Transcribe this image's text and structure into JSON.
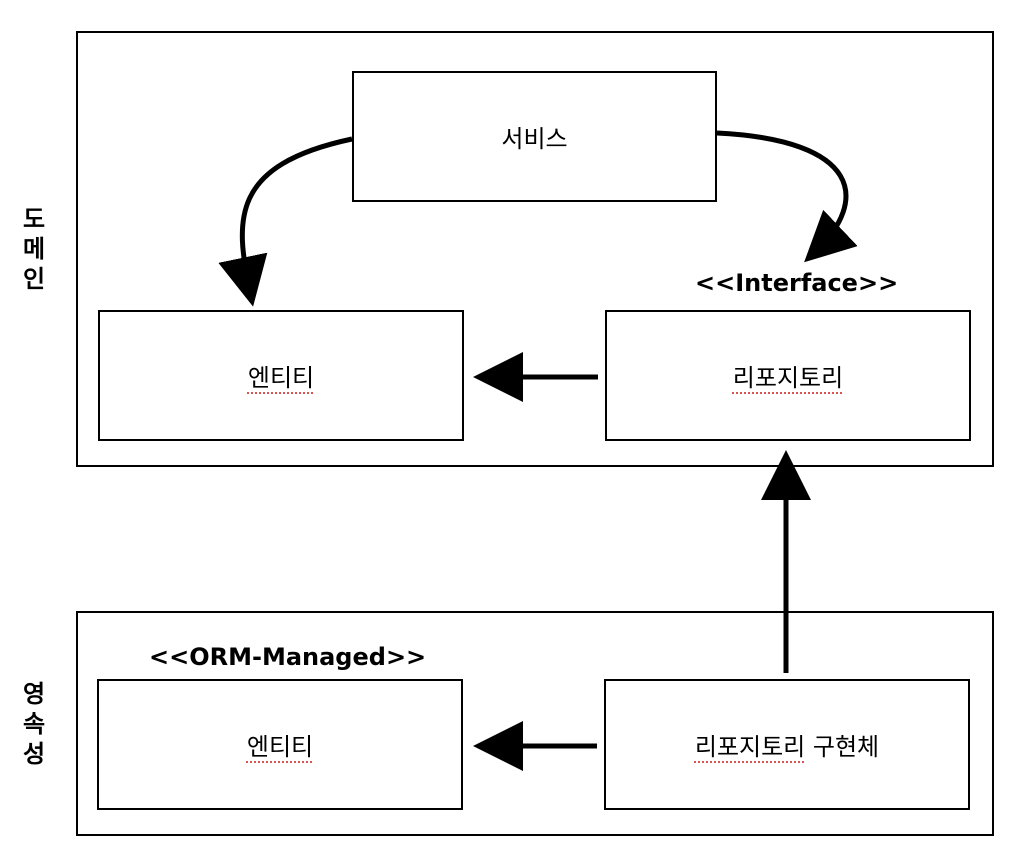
{
  "domain_layer": {
    "label": "도메인",
    "service": "서비스",
    "entity": "엔티티",
    "repository": "리포지토리",
    "repository_stereotype": "<<Interface>>"
  },
  "persistence_layer": {
    "label": "영속성",
    "entity": "엔티티",
    "entity_stereotype": "<<ORM-Managed>>",
    "repository_impl_main": "리포지토리",
    "repository_impl_suffix": " 구현체"
  }
}
